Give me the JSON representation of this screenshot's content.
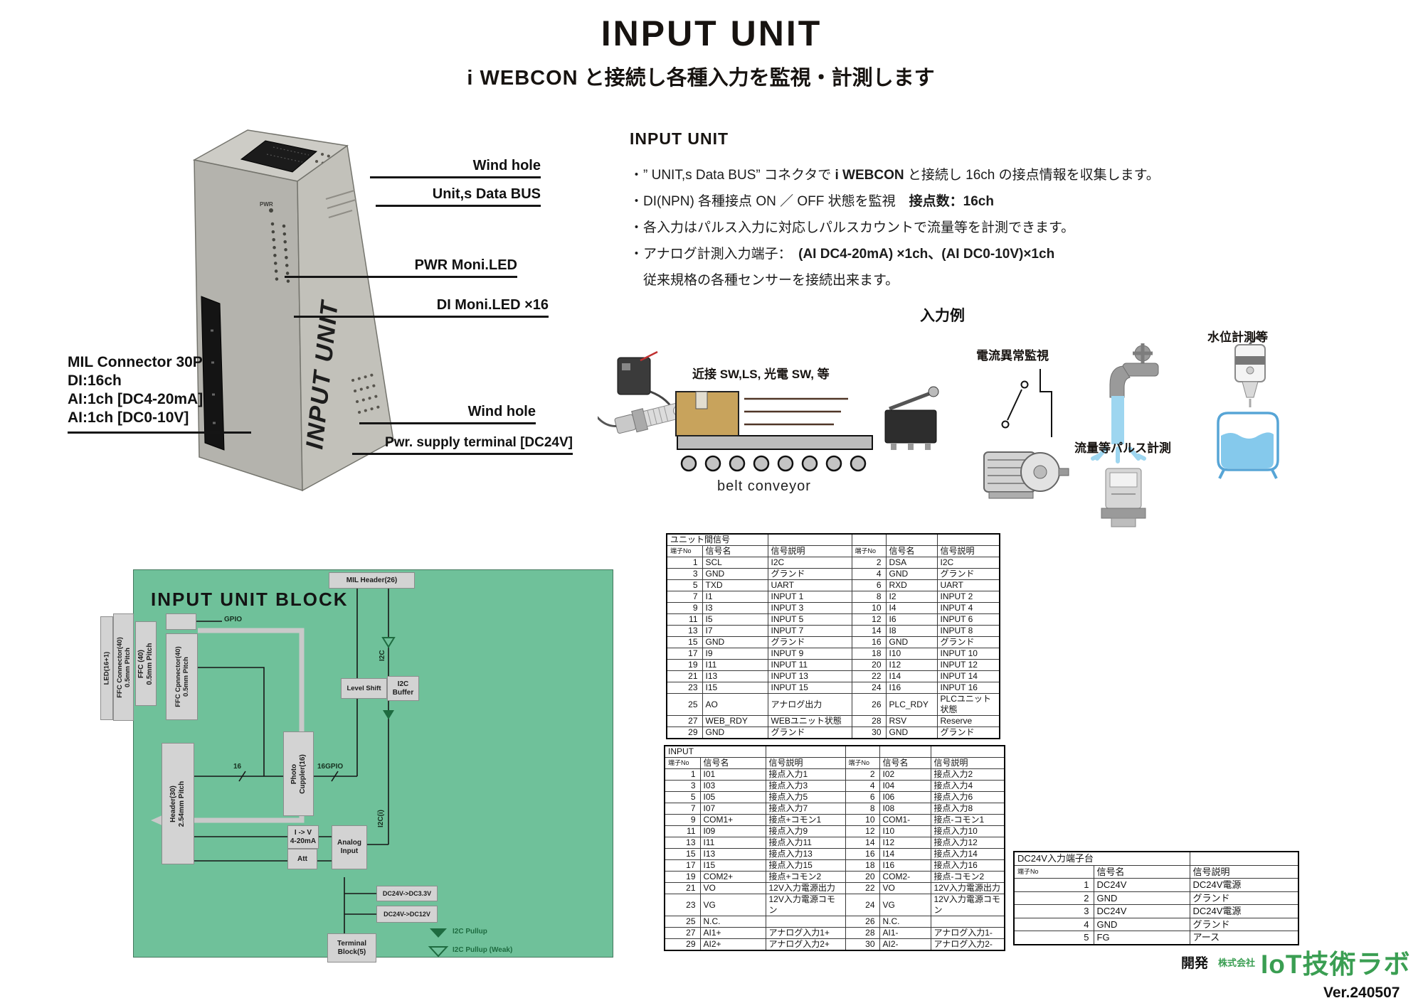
{
  "header": {
    "title": "INPUT UNIT",
    "subtitle_brand": "i WEBCON",
    "subtitle_rest": " と接続し各種入力を監視・計測します"
  },
  "product": {
    "side_label": "INPUT UNIT",
    "pwr_mark": "PWR",
    "callouts": {
      "wind_hole_top": "Wind hole",
      "units_data_bus": "Unit,s Data BUS",
      "pwr_moni_led": "PWR Moni.LED",
      "di_moni_led": "DI Moni.LED ×16",
      "mil_connector": [
        "MIL Connector 30P",
        "DI:16ch",
        "AI:1ch [DC4-20mA]",
        "AI:1ch [DC0-10V]"
      ],
      "wind_hole_side": "Wind hole",
      "pwr_supply": "Pwr. supply terminal [DC24V]"
    }
  },
  "description": {
    "heading": "INPUT UNIT",
    "bullets": [
      [
        {
          "t": "・” UNIT,s Data BUS” コネクタで "
        },
        {
          "t": "i WEBCON",
          "b": true
        },
        {
          "t": " と接続し 16ch の接点情報を収集します。"
        }
      ],
      [
        {
          "t": "・DI(NPN) 各種接点 ON ／ OFF 状態を監視　"
        },
        {
          "t": "接点数：16ch",
          "b": true
        }
      ],
      [
        {
          "t": "・各入力はパルス入力に対応しパルスカウントで流量等を計測できます。"
        }
      ],
      [
        {
          "t": "・アナログ計測入力端子：　"
        },
        {
          "t": "(AI DC4-20mA) ×1ch、(AI DC0-10V)×1ch",
          "b": true
        }
      ],
      [
        {
          "t": "　従来規格の各種センサーを接続出来ます。"
        }
      ]
    ]
  },
  "examples": {
    "heading": "入力例",
    "proximity": "近接 SW,LS, 光電 SW, 等",
    "belt": "belt  conveyor",
    "current": "電流異常監視",
    "flow": "流量等パルス計測",
    "level": "水位計測等"
  },
  "block_diagram": {
    "title": "INPUT UNIT BLOCK",
    "blocks": {
      "led": [
        "LED(16+1)"
      ],
      "ffc_outer": [
        "FFC Connector(40)",
        "0.5mm Pitch"
      ],
      "ffc_cable": [
        "FFC (40)",
        "0.5mm Pitch"
      ],
      "ffc_inner": [
        "FFC Cpnnector(40)",
        "0.5mm Pitch"
      ],
      "mil_header": [
        "MIL Header(26)"
      ],
      "level_shift": [
        "Level Shift"
      ],
      "i2c_buffer": [
        "I2C",
        "Buffer"
      ],
      "header30": [
        "Header(30)",
        "2.54mm Pitch"
      ],
      "photo_coupler": [
        "Photo",
        "Cuppler(16)"
      ],
      "i_to_v": [
        "I -> V",
        "4-20mA"
      ],
      "att": [
        "Att"
      ],
      "analog_input": [
        "Analog",
        "Input"
      ],
      "dc33": [
        "DC24V->DC3.3V"
      ],
      "dc12": [
        "DC24V->DC12V"
      ],
      "terminal_block": [
        "Terminal",
        "Block(5)"
      ]
    },
    "labels": {
      "gpio": "GPIO",
      "bus16": "16",
      "bus16gpio": "16GPIO",
      "i2c": "I2C",
      "i2c_i": "I2C(i)"
    },
    "legend": {
      "pullup": "I2C Pullup",
      "pullup_weak": "I2C Pullup (Weak)"
    }
  },
  "tables": {
    "unit_signals": {
      "title": "ユニット間信号",
      "headers": [
        "端子No",
        "信号名",
        "信号説明",
        "端子No",
        "信号名",
        "信号説明"
      ],
      "rows": [
        [
          "1",
          "SCL",
          "I2C",
          "2",
          "DSA",
          "I2C"
        ],
        [
          "3",
          "GND",
          "グランド",
          "4",
          "GND",
          "グランド"
        ],
        [
          "5",
          "TXD",
          "UART",
          "6",
          "RXD",
          "UART"
        ],
        [
          "7",
          "I1",
          "INPUT 1",
          "8",
          "I2",
          "INPUT 2"
        ],
        [
          "9",
          "I3",
          "INPUT 3",
          "10",
          "I4",
          "INPUT 4"
        ],
        [
          "11",
          "I5",
          "INPUT 5",
          "12",
          "I6",
          "INPUT 6"
        ],
        [
          "13",
          "I7",
          "INPUT 7",
          "14",
          "I8",
          "INPUT 8"
        ],
        [
          "15",
          "GND",
          "グランド",
          "16",
          "GND",
          "グランド"
        ],
        [
          "17",
          "I9",
          "INPUT 9",
          "18",
          "I10",
          "INPUT 10"
        ],
        [
          "19",
          "I11",
          "INPUT 11",
          "20",
          "I12",
          "INPUT 12"
        ],
        [
          "21",
          "I13",
          "INPUT 13",
          "22",
          "I14",
          "INPUT 14"
        ],
        [
          "23",
          "I15",
          "INPUT 15",
          "24",
          "I16",
          "INPUT 16"
        ],
        [
          "25",
          "AO",
          "アナログ出力",
          "26",
          "PLC_RDY",
          "PLCユニット状態"
        ],
        [
          "27",
          "WEB_RDY",
          "WEBユニット状態",
          "28",
          "RSV",
          "Reserve"
        ],
        [
          "29",
          "GND",
          "グランド",
          "30",
          "GND",
          "グランド"
        ]
      ]
    },
    "input": {
      "title": "INPUT",
      "headers": [
        "端子No",
        "信号名",
        "信号説明",
        "端子No",
        "信号名",
        "信号説明"
      ],
      "rows": [
        [
          "1",
          "I01",
          "接点入力1",
          "2",
          "I02",
          "接点入力2"
        ],
        [
          "3",
          "I03",
          "接点入力3",
          "4",
          "I04",
          "接点入力4"
        ],
        [
          "5",
          "I05",
          "接点入力5",
          "6",
          "I06",
          "接点入力6"
        ],
        [
          "7",
          "I07",
          "接点入力7",
          "8",
          "I08",
          "接点入力8"
        ],
        [
          "9",
          "COM1+",
          "接点+コモン1",
          "10",
          "COM1-",
          "接点-コモン1"
        ],
        [
          "11",
          "I09",
          "接点入力9",
          "12",
          "I10",
          "接点入力10"
        ],
        [
          "13",
          "I11",
          "接点入力11",
          "14",
          "I12",
          "接点入力12"
        ],
        [
          "15",
          "I13",
          "接点入力13",
          "16",
          "I14",
          "接点入力14"
        ],
        [
          "17",
          "I15",
          "接点入力15",
          "18",
          "I16",
          "接点入力16"
        ],
        [
          "19",
          "COM2+",
          "接点+コモン2",
          "20",
          "COM2-",
          "接点-コモン2"
        ],
        [
          "21",
          "VO",
          "12V入力電源出力",
          "22",
          "VO",
          "12V入力電源出力"
        ],
        [
          "23",
          "VG",
          "12V入力電源コモン",
          "24",
          "VG",
          "12V入力電源コモン"
        ],
        [
          "25",
          "N.C.",
          "",
          "26",
          "N.C.",
          ""
        ],
        [
          "27",
          "AI1+",
          "アナログ入力1+",
          "28",
          "AI1-",
          "アナログ入力1-"
        ],
        [
          "29",
          "AI2+",
          "アナログ入力2+",
          "30",
          "AI2-",
          "アナログ入力2-"
        ]
      ]
    },
    "dc24v": {
      "title": "DC24V入力端子台",
      "headers": [
        "端子No",
        "信号名",
        "信号説明"
      ],
      "rows": [
        [
          "1",
          "DC24V",
          "DC24V電源"
        ],
        [
          "2",
          "GND",
          "グランド"
        ],
        [
          "3",
          "DC24V",
          "DC24V電源"
        ],
        [
          "4",
          "GND",
          "グランド"
        ],
        [
          "5",
          "FG",
          "アース"
        ]
      ]
    }
  },
  "footer": {
    "dev": "開発",
    "company_prefix": "株式会社",
    "company": "IoT技術ラボ",
    "version": "Ver.240507"
  },
  "colors": {
    "diagram_green": "#6fc19a",
    "logo_green": "#3a9e52",
    "legend_green": "#1e6b40",
    "box_tan": "#c8a35c",
    "water_blue": "#9ed6f0"
  }
}
